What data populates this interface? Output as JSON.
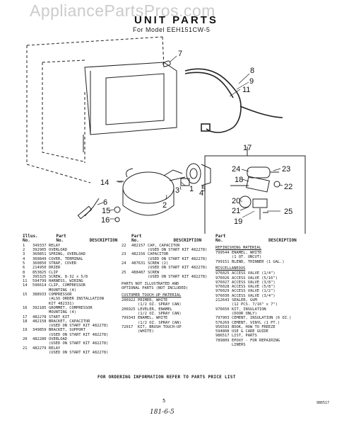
{
  "watermark": "AppliancePartsPros.com",
  "title": "UNIT PARTS",
  "subtitle": "For Model EEH151CW-5",
  "callouts": [
    "7",
    "8",
    "9",
    "11",
    "17",
    "24",
    "23",
    "18",
    "22",
    "14",
    "1",
    "2",
    "3",
    "4",
    "5",
    "6",
    "15",
    "16",
    "20",
    "21",
    "19",
    "25"
  ],
  "left_table": {
    "headers": {
      "idx": "Illus.\nNo.",
      "part": "Part\nNo.",
      "desc": "DESCRIPTION"
    },
    "rows": [
      {
        "idx": "1",
        "part": "349337",
        "desc": "RELAY"
      },
      {
        "idx": "2",
        "part": "392905",
        "desc": "OVERLOAD"
      },
      {
        "idx": "3",
        "part": "360851",
        "desc": "SPRING, OVERLOAD"
      },
      {
        "idx": "4",
        "part": "360849",
        "desc": "COVER, TERMINAL"
      },
      {
        "idx": "5",
        "part": "360850",
        "desc": "STRAP, COVER"
      },
      {
        "idx": "6",
        "part": "214950",
        "desc": "DRIER"
      },
      {
        "idx": "8",
        "part": "853825",
        "desc": "CLIP"
      },
      {
        "idx": "9",
        "part": "395325",
        "desc": "SCREW, 8-32 x 5/8"
      },
      {
        "idx": "11",
        "part": "594799",
        "desc": "HARNESS, WIRING"
      },
      {
        "idx": "14",
        "part": "596614",
        "desc": "CLIP, COMPRESSOR\nMOUNTING (4)"
      },
      {
        "idx": "15",
        "part": "388933",
        "desc": "COMPRESSOR\n(ALSO ORDER INSTALLATION\nKIT 482331)"
      },
      {
        "idx": "16",
        "part": "392185",
        "desc": "GROMMET, COMPRESSOR\nMOUNTING (4)"
      },
      {
        "idx": "17",
        "part": "482278",
        "desc": "START KIT"
      },
      {
        "idx": "18",
        "part": "482158",
        "desc": "BRACKET, CAPACITOR\n(USED ON START KIT 482278)"
      },
      {
        "idx": "19",
        "part": "349859",
        "desc": "BRACKET, SUPPORT\n(USED ON START KIT 482278)"
      },
      {
        "idx": "20",
        "part": "482280",
        "desc": "OVERLOAD\n(USED ON START KIT 482278)"
      },
      {
        "idx": "21",
        "part": "482279",
        "desc": "RELAY\n(USED ON START KIT 482278)"
      }
    ]
  },
  "middle_table": {
    "headers": {
      "idx": "",
      "part": "Part\nNo.",
      "desc": "DESCRIPTION"
    },
    "rows": [
      {
        "idx": "22",
        "part": "482157",
        "desc": "CAP, CAPACITOR\n(USED ON START KIT 482278)"
      },
      {
        "idx": "23",
        "part": "482156",
        "desc": "CAPACITOR\n(USED ON START KIT 482278)"
      },
      {
        "idx": "24",
        "part": "487631",
        "desc": "SCREW (2)\n(USED ON START KIT 482278)"
      },
      {
        "idx": "25",
        "part": "488487",
        "desc": "SCREW\n(USED ON START KIT 482278)"
      }
    ],
    "note": "PARTS NOT ILLUSTRATED AND\nOPTIONAL PARTS (NOT INCLUDED)",
    "section": "CUSTOMER TOUCH-UP MATERIAL",
    "section_rows": [
      {
        "part": "206922",
        "desc": "PRIMER, WHITE\n(1/2 OZ. SPRAY CAN)"
      },
      {
        "part": "206925",
        "desc": "LEVELER, ENAMEL\n(1/2 OZ. SPRAY CAN)"
      },
      {
        "part": "799343",
        "desc": "ENAMEL, WHITE\n(1/2 OZ. SPRAY CAN)"
      },
      {
        "part": "72017",
        "desc": "KIT, BRUSH TOUCH-UP\n(WHITE)"
      }
    ]
  },
  "right_table": {
    "headers": {
      "part": "Part\nNo.",
      "desc": "DESCRIPTION"
    },
    "section1": "REFINISHING MATERIAL",
    "rows1": [
      {
        "part": "799544",
        "desc": "ENAMEL, WHITE\n(1 QT. UNCUT)"
      },
      {
        "part": "799151",
        "desc": "BLEND, THINNER (1 GAL.)"
      }
    ],
    "section2": "MISCELLANEOUS",
    "rows2": [
      {
        "part": "976025",
        "desc": "ACCESS VALVE (1/4\")"
      },
      {
        "part": "976026",
        "desc": "ACCESS VALVE (5/16\")"
      },
      {
        "part": "976027",
        "desc": "ACCESS VALVE (3/8\")"
      },
      {
        "part": "976028",
        "desc": "ACCESS VALVE (5/8\")"
      },
      {
        "part": "976029",
        "desc": "ACCESS VALVE (1/2\")"
      },
      {
        "part": "976030",
        "desc": "ACCESS VALVE (3/4\")"
      },
      {
        "part": "212643",
        "desc": "SEALER, GUM\n(12 PCS. 7/16\" x 7\")"
      },
      {
        "part": "976650",
        "desc": "KIT, INSULATION\n(DOOR ONLY)"
      },
      {
        "part": "797903",
        "desc": "CEMENT, INSULATION (6 OZ.)"
      },
      {
        "part": "576269",
        "desc": "CEMENT, VINYL (1 PT.)"
      },
      {
        "part": "956593",
        "desc": "BOOK, HOW TO FREEZE"
      },
      {
        "part": "594808",
        "desc": "USE & CARE GUIDE"
      },
      {
        "part": "986517",
        "desc": "LIST, PARTS"
      },
      {
        "part": "789809",
        "desc": "EPOXY - FOR REPAIRING\nLINERS"
      }
    ]
  },
  "footer": "FOR ORDERING INFORMATION REFER TO PARTS PRICE LIST",
  "page_number": "5",
  "form_code": "986517",
  "handwritten": "181-6-5"
}
